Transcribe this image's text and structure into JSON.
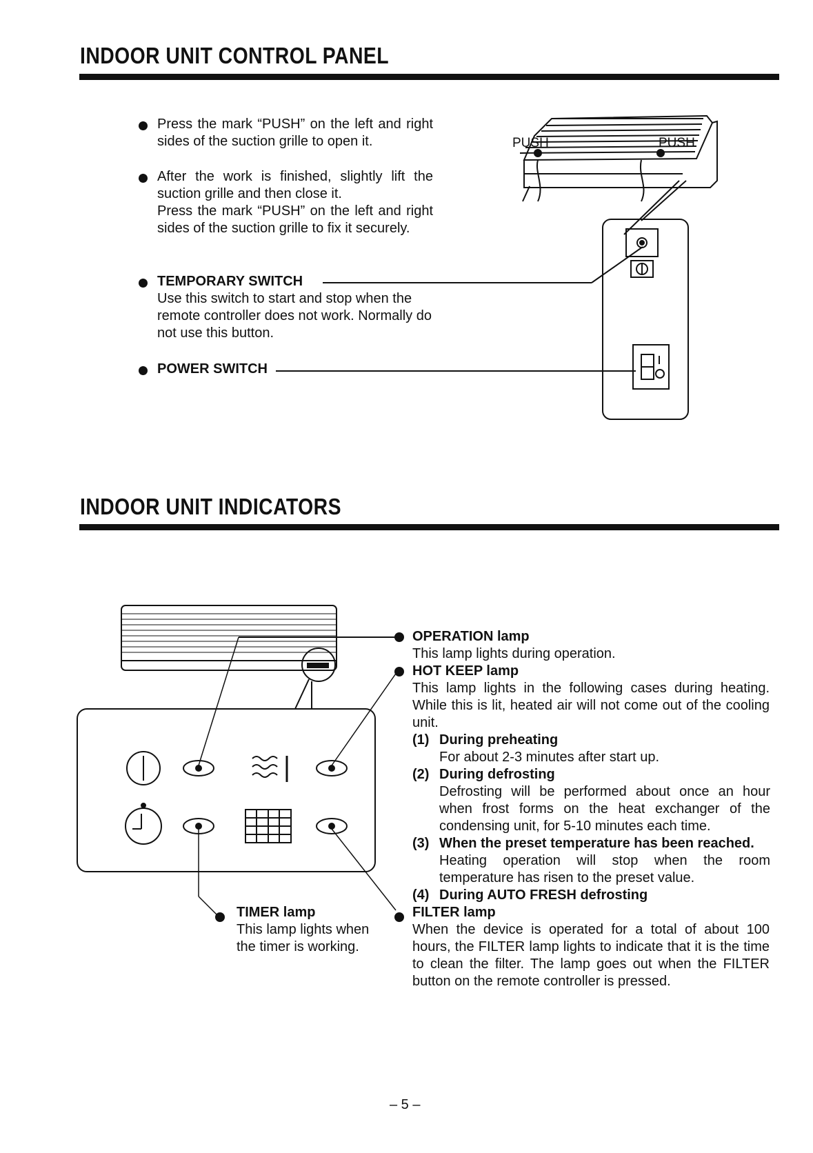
{
  "section1": {
    "title": "INDOOR UNIT CONTROL PANEL",
    "bullet1": "Press the mark “PUSH” on the left and right sides of the suction grille to open it.",
    "bullet2_a": "After the work is finished, slightly lift the suction grille and then close it.",
    "bullet2_b": "Press the mark “PUSH” on the left and right sides of the suction grille to fix it securely.",
    "temporary_switch": {
      "label": "TEMPORARY SWITCH",
      "desc": "Use this switch to start and stop when the remote controller does not work. Normally do not use this button."
    },
    "power_switch": {
      "label": "POWER SWITCH"
    },
    "diagram": {
      "push_left": "PUSH",
      "push_right": "PUSH",
      "power_on_mark": "I"
    }
  },
  "section2": {
    "title": "INDOOR UNIT INDICATORS",
    "operation": {
      "label": "OPERATION lamp",
      "desc": "This lamp lights during operation."
    },
    "hot_keep": {
      "label": "HOT KEEP lamp",
      "desc": "This lamp lights in the following cases during heating. While this is lit, heated air will not come out of the cooling unit.",
      "items": [
        {
          "num": "(1)",
          "title": "During preheating",
          "desc": "For about 2-3 minutes after start up."
        },
        {
          "num": "(2)",
          "title": "During defrosting",
          "desc": "Defrosting will be performed about once an hour when frost forms on the heat exchanger of the condensing unit, for 5-10 minutes each time."
        },
        {
          "num": "(3)",
          "title": "When the preset temperature has been reached.",
          "desc": "Heating operation will stop when the room temperature has risen to the preset value."
        },
        {
          "num": "(4)",
          "title": "During AUTO FRESH defrosting",
          "desc": ""
        }
      ]
    },
    "filter": {
      "label": "FILTER lamp",
      "desc": "When the device is operated for a total of about 100 hours, the FILTER lamp lights to indicate that it is the time to clean the filter. The lamp goes out when the FILTER button on the remote controller is pressed."
    },
    "timer": {
      "label": "TIMER lamp",
      "desc": "This lamp lights when the timer is working."
    }
  },
  "page_number": "– 5 –"
}
